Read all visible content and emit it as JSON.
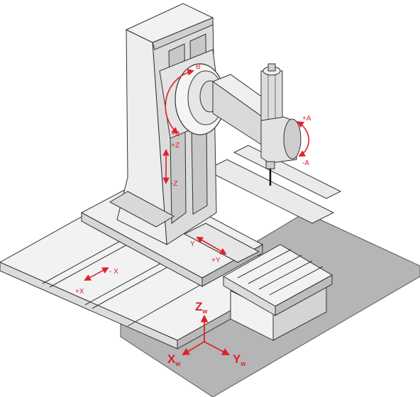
{
  "colors": {
    "accent": "#e0202a",
    "face_light": "#f2f2f2",
    "face_mid": "#dcdcdc",
    "face_dark": "#b9b9b9",
    "floor": "#b5b5b5",
    "outline": "#333333"
  },
  "labels": {
    "plus_b": "+B",
    "minus_b": "B",
    "plus_z": "+Z",
    "minus_z": "-Z",
    "plus_a": "+A",
    "minus_a": "-A",
    "plus_y": "+Y",
    "minus_y": "Y",
    "plus_x": "+X",
    "minus_x": "- X"
  },
  "world_axes": {
    "z": {
      "main": "Z",
      "sub": "w"
    },
    "x": {
      "main": "X",
      "sub": "w"
    },
    "y": {
      "main": "Y",
      "sub": "w"
    }
  }
}
